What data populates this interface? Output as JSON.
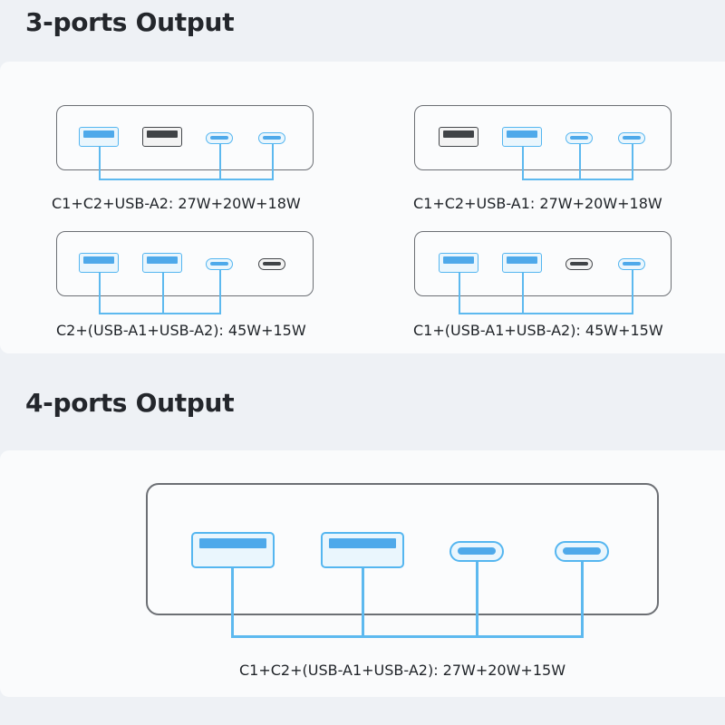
{
  "three_ports": {
    "title": "3-ports Output",
    "configs": [
      {
        "ports": [
          {
            "type": "usba",
            "active": true
          },
          {
            "type": "usba",
            "active": false
          },
          {
            "type": "usbc",
            "active": true
          },
          {
            "type": "usbc",
            "active": true
          }
        ],
        "label": "C1+C2+USB-A2: 27W+20W+18W"
      },
      {
        "ports": [
          {
            "type": "usba",
            "active": false
          },
          {
            "type": "usba",
            "active": true
          },
          {
            "type": "usbc",
            "active": true
          },
          {
            "type": "usbc",
            "active": true
          }
        ],
        "label": "C1+C2+USB-A1: 27W+20W+18W"
      },
      {
        "ports": [
          {
            "type": "usba",
            "active": true
          },
          {
            "type": "usba",
            "active": true
          },
          {
            "type": "usbc",
            "active": true
          },
          {
            "type": "usbc",
            "active": false
          }
        ],
        "label": "C2+(USB-A1+USB-A2): 45W+15W"
      },
      {
        "ports": [
          {
            "type": "usba",
            "active": true
          },
          {
            "type": "usba",
            "active": true
          },
          {
            "type": "usbc",
            "active": false
          },
          {
            "type": "usbc",
            "active": true
          }
        ],
        "label": "C1+(USB-A1+USB-A2): 45W+15W"
      }
    ]
  },
  "four_ports": {
    "title": "4-ports Output",
    "config": {
      "ports": [
        {
          "type": "usba",
          "active": true
        },
        {
          "type": "usba",
          "active": true
        },
        {
          "type": "usbc",
          "active": true
        },
        {
          "type": "usbc",
          "active": true
        }
      ],
      "label": "C1+C2+(USB-A1+USB-A2): 27W+20W+15W"
    }
  },
  "colors": {
    "active_port": "#55b6f0",
    "inactive_port": "#404346",
    "wire": "#5db9ef",
    "panel": "#fafbfc",
    "background": "#eef1f5"
  }
}
